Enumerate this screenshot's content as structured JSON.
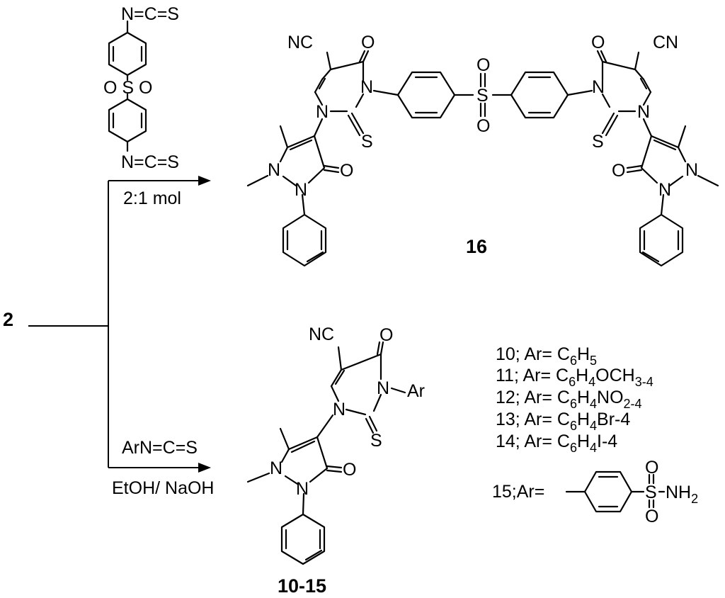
{
  "starting_material": "2",
  "upper_arrow": {
    "reagent_top": "N=C=S",
    "reagent_mid": "O S O",
    "reagent_bottom": "N=C=S",
    "ratio": "2:1 mol"
  },
  "lower_arrow": {
    "reagent": "ArN=C=S",
    "conditions": "EtOH/ NaOH"
  },
  "atoms": {
    "nc": "NC",
    "cn": "CN",
    "o": "O",
    "n": "N",
    "s": "S",
    "ar": "Ar",
    "so2_o": "O",
    "nh2": "NH",
    "nh2_sub": "2"
  },
  "product_16": {
    "label": "16"
  },
  "product_10_15": {
    "label": "10-15"
  },
  "substituents": [
    {
      "num": "10; Ar= ",
      "main": "C",
      "s1": "6",
      "mid": "H",
      "s2": "5",
      "tail": ""
    },
    {
      "num": "11; Ar= ",
      "main": "C",
      "s1": "6",
      "mid": "H",
      "s2": "4",
      "tail": "OCH",
      "s3": "3-4"
    },
    {
      "num": "12; Ar= ",
      "main": "C",
      "s1": "6",
      "mid": "H",
      "s2": "4",
      "tail": "NO",
      "s3": "2-4"
    },
    {
      "num": "13; Ar= ",
      "main": "C",
      "s1": "6",
      "mid": "H",
      "s2": "4",
      "tail": "Br-4"
    },
    {
      "num": "14; Ar= ",
      "main": "C",
      "s1": "6",
      "mid": "H",
      "s2": "4",
      "tail": "I-4"
    }
  ],
  "entry_15": {
    "num": "15;Ar="
  }
}
